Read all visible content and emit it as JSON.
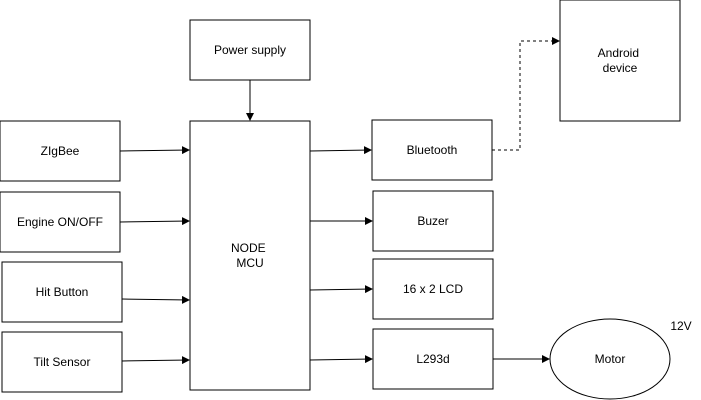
{
  "nodes": {
    "power_supply": "Power supply",
    "node_mcu": [
      "NODE",
      "MCU"
    ],
    "zigbee": "ZIgBee",
    "engine": "Engine ON/OFF",
    "hit_button": "Hit Button",
    "tilt_sensor": "Tilt Sensor",
    "bluetooth": "Bluetooth",
    "android": [
      "Android",
      "device"
    ],
    "buzer": "Buzer",
    "lcd": "16 x 2 LCD",
    "l293d": "L293d",
    "motor": "Motor",
    "voltage": "12V"
  },
  "colors": {
    "stroke": "#000000",
    "fill": "#ffffff",
    "text": "#000000"
  }
}
